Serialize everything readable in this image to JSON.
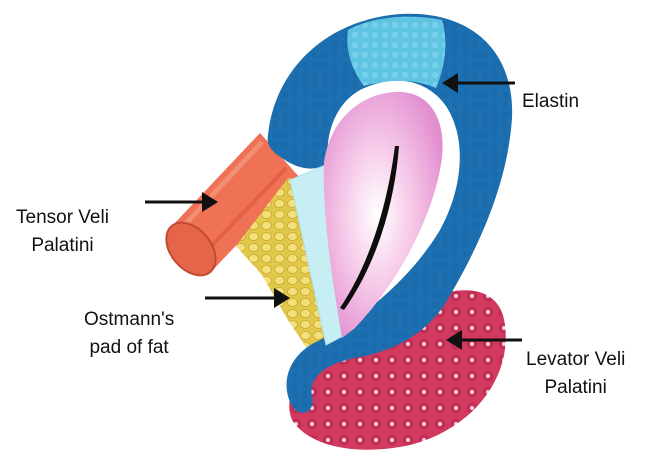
{
  "labels": {
    "elastin": [
      "Elastin"
    ],
    "tensor": [
      "Tensor Veli",
      "Palatini"
    ],
    "ostmann": [
      "Ostmann's",
      "pad of fat"
    ],
    "levator": [
      "Levator Veli",
      "Palatini"
    ]
  },
  "structures": [
    {
      "name": "tensor-veli-palatini-muscle",
      "color": "#ef7256"
    },
    {
      "name": "ostmann-fat-pad",
      "color": "#e6cf4f"
    },
    {
      "name": "levator-veli-palatini-muscle",
      "color": "#d3385f"
    },
    {
      "name": "cartilage-hook",
      "color": "#1c6fb1"
    },
    {
      "name": "elastin-region",
      "color": "#5fc3e2"
    },
    {
      "name": "tube-lumen",
      "color": "#f2a6dd"
    },
    {
      "name": "lateral-lamina-strip",
      "color": "#c7eef2"
    }
  ],
  "colors": {
    "text": "#111111",
    "arrow": "#111111",
    "background": "#ffffff"
  }
}
